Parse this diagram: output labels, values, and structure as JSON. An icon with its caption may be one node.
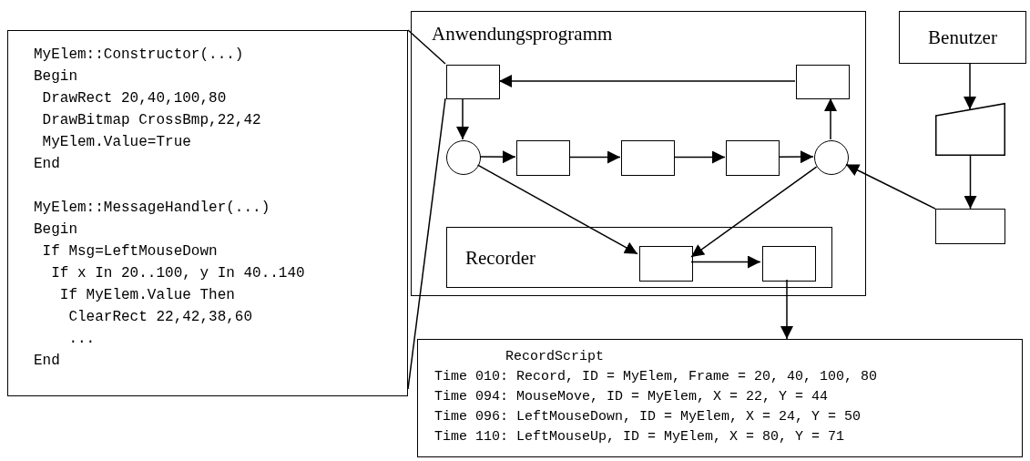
{
  "diagram": {
    "nodes": [
      {
        "text": [
          "MyElem::Constructor(...)",
          "Begin",
          " DrawRect 20,40,100,80",
          " DrawBitmap CrossBmp,22,42",
          " MyElem.Value=True",
          "End",
          "MyElem::MessageHandler(...)",
          "Begin",
          " If Msg=LeftMouseDown",
          "  If x In 20..100, y In 40..140",
          "   If MyElem.Value Then",
          "    ClearRect 22,42,38,60",
          "    ...",
          "End"
        ]
      },
      {
        "text": [
          "Anwendungsprogramm"
        ]
      },
      {
        "text": [],
        "shape": "box",
        "in": 1
      },
      {
        "text": [],
        "shape": "box",
        "in": 1
      },
      {
        "text": [],
        "shape": "circle",
        "in": 1
      },
      {
        "text": [],
        "shape": "box",
        "in": 1
      },
      {
        "text": [],
        "shape": "box",
        "in": 1
      },
      {
        "text": [],
        "shape": "box",
        "in": 1
      },
      {
        "text": [],
        "shape": "circle",
        "in": 1
      },
      {
        "text": [
          "Recorder"
        ],
        "in": 1
      },
      {
        "text": [],
        "shape": "box",
        "in": 9
      },
      {
        "text": [],
        "shape": "box",
        "in": 9
      },
      {
        "text": [
          "Benutzer"
        ]
      },
      {
        "text": [],
        "shape": "trapezoid"
      },
      {
        "text": [],
        "shape": "box"
      },
      {
        "text": [
          "RecordScript",
          "Time 010: Record, ID = MyElem, Frame = 20, 40, 100, 80",
          "Time 094: MouseMove, ID = MyElem, X = 22, Y = 44",
          "Time 096: LeftMouseDown, ID = MyElem, X = 24, Y = 50",
          "Time 110: LeftMouseUp, ID = MyElem, X = 80, Y = 71"
        ]
      }
    ],
    "edges": [
      {
        "from": 3,
        "to": 2,
        "arrow": "to"
      },
      {
        "from": 2,
        "to": 4,
        "arrow": "to"
      },
      {
        "from": 4,
        "to": 5,
        "arrow": "to"
      },
      {
        "from": 5,
        "to": 6,
        "arrow": "to"
      },
      {
        "from": 6,
        "to": 7,
        "arrow": "to"
      },
      {
        "from": 7,
        "to": 8,
        "arrow": "to"
      },
      {
        "from": 8,
        "to": 3,
        "arrow": "to"
      },
      {
        "from": 4,
        "to": 10,
        "arrow": "to"
      },
      {
        "from": 8,
        "to": 10,
        "arrow": "to"
      },
      {
        "from": 10,
        "to": 11,
        "arrow": "to"
      },
      {
        "from": 11,
        "to": 15,
        "arrow": "to"
      },
      {
        "from": 12,
        "to": 13,
        "arrow": "to"
      },
      {
        "from": 13,
        "to": 14,
        "arrow": "to"
      },
      {
        "from": 14,
        "to": 8,
        "arrow": "to"
      },
      {
        "from": 2,
        "to": 0,
        "arrow": "none"
      },
      {
        "from": 2,
        "to": 0,
        "arrow": "none"
      }
    ]
  }
}
